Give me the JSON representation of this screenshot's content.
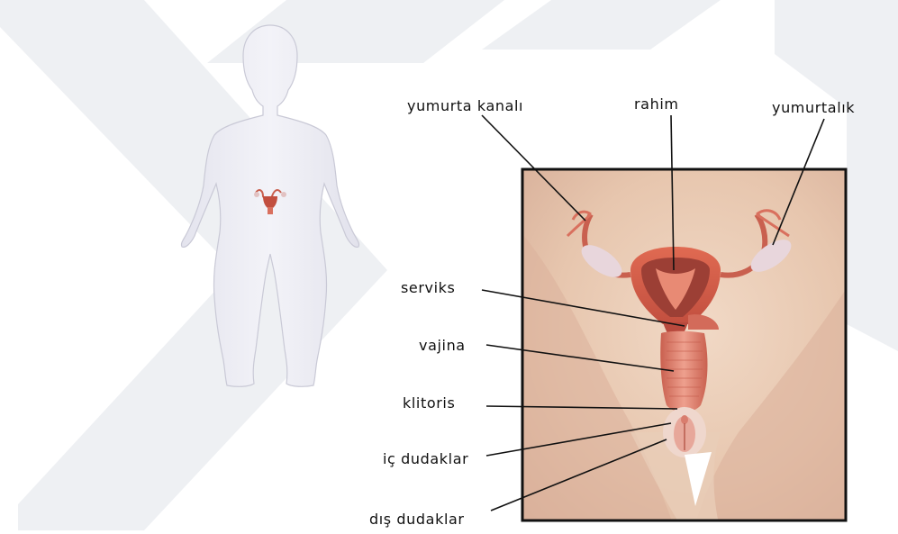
{
  "labels": {
    "oviduct": "yumurta kanalı",
    "uterus": "rahim",
    "ovary": "yumurtalık",
    "cervix": "serviks",
    "vagina": "vajina",
    "clitoris": "klitoris",
    "inner_labia": "iç dudaklar",
    "outer_labia": "dış dudaklar"
  },
  "colors": {
    "watermark": "#eef0f3",
    "body_silhouette": "#ececf3",
    "body_outline": "#c9c9d6",
    "panel_bg": "#e9c9b2",
    "panel_border": "#111111",
    "tissue": "#d9705e",
    "tissue_dark": "#9c3f35",
    "leader_line": "#111111"
  }
}
